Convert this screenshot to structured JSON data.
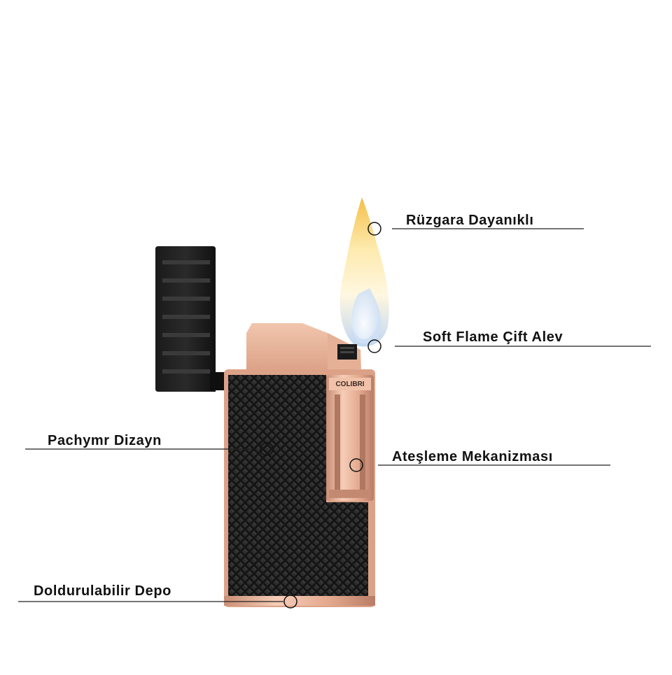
{
  "diagram": {
    "product": "lighter",
    "brand": "COLIBRI",
    "callouts": [
      {
        "id": "wind",
        "label": "Rüzgara Dayanıklı"
      },
      {
        "id": "flame",
        "label": "Soft Flame Çift Alev"
      },
      {
        "id": "pattern",
        "label": "Pachymr Dizayn"
      },
      {
        "id": "ignition",
        "label": "Ateşleme Mekanizması"
      },
      {
        "id": "tank",
        "label": "Doldurulabilir Depo"
      }
    ]
  },
  "colors": {
    "body": "#151515",
    "rose_gold": "#e9b39a",
    "rose_gold_dark": "#c98d74",
    "flame_yellow": "#f7c84a",
    "flame_blue": "#bcd3f0",
    "callout_line": "#222222"
  }
}
